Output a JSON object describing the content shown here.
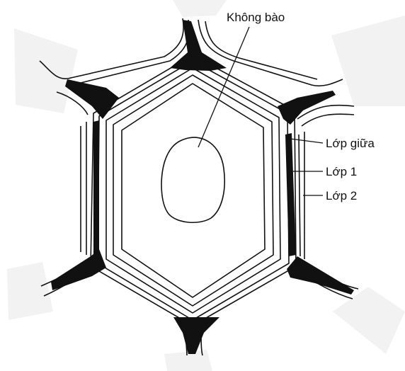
{
  "labels": {
    "vacuole": "Không bào",
    "middle_layer": "Lớp giữa",
    "layer_1": "Lớp 1",
    "layer_2": "Lớp 2"
  },
  "colors": {
    "ink": "#111111",
    "background": "#ffffff",
    "neighbor_shade": "#f2f2f2"
  }
}
